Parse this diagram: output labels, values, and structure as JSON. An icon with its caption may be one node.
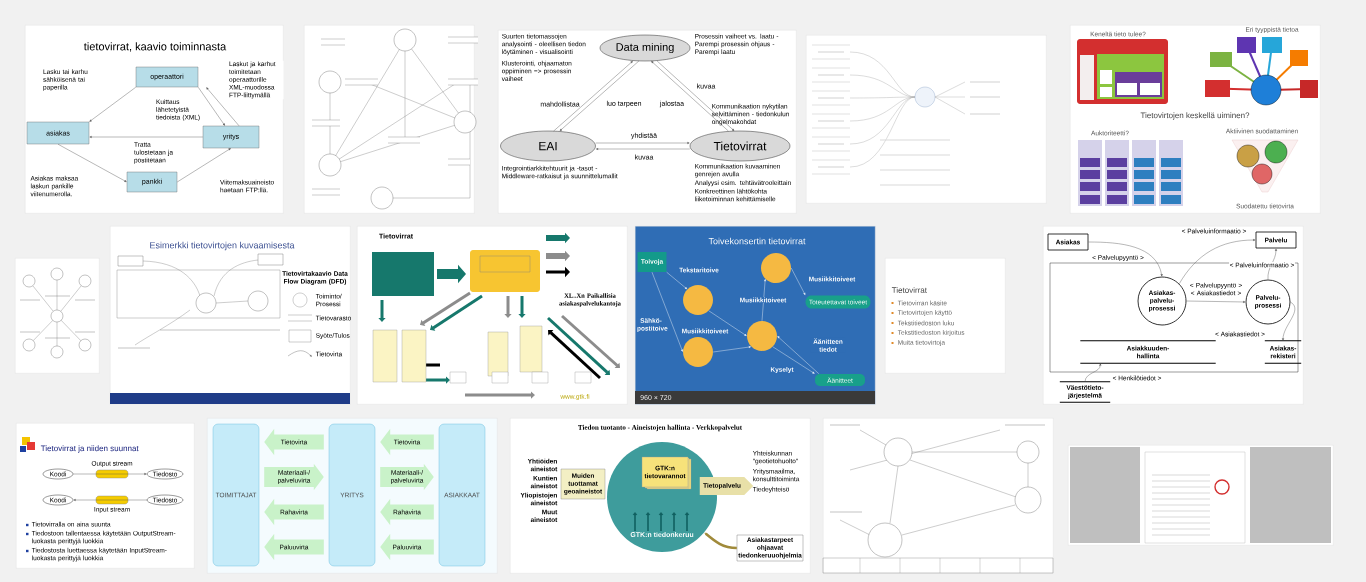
{
  "diagram": {
    "nodes": [
      {
        "text": [
          "tietovirrat, kaavio toiminnasta"
        ]
      },
      {
        "text": [
          "operaattori"
        ],
        "in": 0
      },
      {
        "text": [
          "asiakas"
        ],
        "in": 0
      },
      {
        "text": [
          "yritys"
        ],
        "in": 0
      },
      {
        "text": [
          "pankki"
        ],
        "in": 0
      },
      {
        "text": [],
        "shape": "picture"
      },
      {
        "text": [
          "Suurten tietomassojen analysointi - oleellisen tiedon löytäminen - visualisointi",
          "Klusterointi, ohjaamaton oppiminen => prosessin vaiheet",
          "Prosessin vaiheet vs. laatu - Parempi prosessin ohjaus - Parempi laatu",
          "Kommunikaation nykytilan selvittäminen - tiedonkulun ongelmakohdat",
          "Integrointiarkkitehtuurit ja -tasot - Middleware-ratkaisut ja suunnittelumallit",
          "Kommunikaation kuvaaminen genrejen avulla",
          "Analyysi esim. tehtävätrooleittain",
          "Konkreettinen lähtökohta liiketoiminnan kehittämiselle"
        ]
      },
      {
        "text": [
          "Data mining"
        ],
        "in": 6
      },
      {
        "text": [
          "EAI"
        ],
        "in": 6
      },
      {
        "text": [
          "Tietovirrat"
        ],
        "in": 6
      },
      {
        "text": [],
        "shape": "picture"
      },
      {
        "text": [
          "Keneltä tieto tulee?",
          "Eri tyyppistä tietoa",
          "Tietovirtojen keskellä uiminen?",
          "Auktoriteetti?",
          "Aktiivinen suodattaminen",
          "Suodatettu tietovirta"
        ]
      },
      {
        "text": [],
        "shape": "picture"
      },
      {
        "text": [
          "Esimerkki tietovirtojen kuvaamisesta",
          "Tietovirtakaavio Data Flow Diagram (DFD)"
        ]
      },
      {
        "text": [
          "Tietovirrat",
          "XL..Xn Paikallisia asiakaspalvelukantoja",
          "www.gtk.fi"
        ]
      },
      {
        "text": [
          "Toivekonsertin tietovirrat"
        ],
        "beside": [
          "960 × 720"
        ]
      },
      {
        "text": [
          "Toivoja"
        ],
        "in": 15
      },
      {
        "text": [
          "Toteutettavat toiveet"
        ],
        "in": 15
      },
      {
        "text": [
          "Äänitteet"
        ],
        "in": 15
      },
      {
        "text": [],
        "shape": "circle",
        "in": 15
      },
      {
        "text": [],
        "shape": "circle",
        "in": 15
      },
      {
        "text": [],
        "shape": "circle",
        "in": 15
      },
      {
        "text": [],
        "shape": "circle",
        "in": 15
      },
      {
        "text": [
          "Tietovirrat",
          "Tietovirran käsite",
          "Tietovirtojen käyttö",
          "Tekstitiedoston luku",
          "Tekstitiedoston kirjoitus",
          "Muita tietovirtoja"
        ]
      },
      {
        "text": [],
        "shape": "box"
      },
      {
        "text": [
          "Asiakas"
        ],
        "in": 24
      },
      {
        "text": [
          "Palvelu"
        ],
        "in": 24
      },
      {
        "text": [
          "Asiakas-palvelu-prosessi"
        ],
        "in": 24
      },
      {
        "text": [
          "Palvelu-prosessi"
        ],
        "in": 24
      },
      {
        "text": [
          "Asiakkuuden-hallinta"
        ],
        "in": 24
      },
      {
        "text": [
          "Asiakas-rekisteri"
        ],
        "in": 24
      },
      {
        "text": [
          "Väestötieto-järjestelmä"
        ],
        "in": 24
      },
      {
        "text": [
          "Tietovirrat ja niiden suunnat",
          "Tietovirralla on aina suunta",
          "Tiedostoon tallentaessa käytetään OutputStream-luokasta perittyjä luokkia",
          "Tiedostosta luettaessa käytetään InputStream-luokasta perittyjä luokkia"
        ]
      },
      {
        "text": [
          "Koodi"
        ],
        "in": 32
      },
      {
        "text": [
          "Tiedosto"
        ],
        "in": 32
      },
      {
        "text": [
          "Koodi"
        ],
        "in": 32
      },
      {
        "text": [
          "Tiedosto"
        ],
        "in": 32
      },
      {
        "text": [],
        "shape": "box"
      },
      {
        "text": [
          "TOIMITTAJAT"
        ],
        "in": 37
      },
      {
        "text": [
          "YRITYS"
        ],
        "in": 37
      },
      {
        "text": [
          "ASIAKKAAT"
        ],
        "in": 37
      },
      {
        "text": [
          "Tiedon tuotanto - Aineistojen hallinta - Verkkopalvelut",
          "Yhtiöiden aineistot",
          "Kuntien aineistot",
          "Yliopistojen aineistot",
          "Muut aineistot",
          "Yhteiskunnan \"geotietohuolto\"",
          "Yritysmaailma, konsulttitoiminta",
          "Tiedeyhteisö"
        ]
      },
      {
        "text": [
          "GTK:n tiedonkeruu"
        ],
        "in": 41
      },
      {
        "text": [
          "Muiden tuottamat geoaineistot"
        ],
        "in": 41
      },
      {
        "text": [
          "GTK:n tietovarannot"
        ],
        "in": 42
      },
      {
        "text": [
          "Tietopalvelu"
        ],
        "in": 41
      },
      {
        "text": [
          "Asiakastarpeet ohjaavat tiedonkeruuohjelmia"
        ],
        "in": 41
      },
      {
        "text": [],
        "shape": "picture"
      },
      {
        "text": [],
        "shape": "picture"
      }
    ],
    "edges": [
      {
        "from": 1,
        "to": 2,
        "arrow": "to",
        "label": "Lasku tai karhu sähköisenä tai paperilla"
      },
      {
        "from": 3,
        "to": 1,
        "arrow": "to",
        "label": "Laskut ja karhut toimitetaan operaattorille XML-muodossa FTP-liittymällä"
      },
      {
        "from": 1,
        "to": 3,
        "arrow": "to",
        "label": "Kuittaus lähetetyistä tiedoista (XML)"
      },
      {
        "from": 3,
        "to": 2,
        "arrow": "to",
        "label": "Tratta tulostetaan ja postitetaan"
      },
      {
        "from": 2,
        "to": 4,
        "arrow": "to",
        "label": "Asiakas maksaa laskun pankille viitenumerolla."
      },
      {
        "from": 4,
        "to": 3,
        "arrow": "to",
        "label": "Viitemaksuaineisto haetaan FTP:llä."
      },
      {
        "from": 8,
        "to": 7,
        "arrow": "to",
        "label": "mahdollistaa"
      },
      {
        "from": 7,
        "to": 8,
        "arrow": "to",
        "label": "luo tarpeen"
      },
      {
        "from": 9,
        "to": 7,
        "arrow": "to",
        "label": "jalostaa"
      },
      {
        "from": 7,
        "to": 9,
        "arrow": "to",
        "label": "kuvaa"
      },
      {
        "from": 8,
        "to": 9,
        "arrow": "to",
        "label": "yhdistää"
      },
      {
        "from": 9,
        "to": 8,
        "arrow": "to",
        "label": "kuvaa"
      },
      {
        "from": 16,
        "to": 19,
        "arrow": "to",
        "label": "Tekstaritoive",
        "color": "#ffffff"
      },
      {
        "from": 16,
        "to": 20,
        "arrow": "to",
        "label": "Sähkö-postitoive",
        "color": "#ffffff"
      },
      {
        "from": 19,
        "to": 22,
        "arrow": "to",
        "label": "Musiikkitoiveet",
        "color": "#ffffff"
      },
      {
        "from": 20,
        "to": 22,
        "arrow": "to",
        "color": "#ffffff"
      },
      {
        "from": 22,
        "to": 21,
        "arrow": "to",
        "label": "Musiikkitoiveet",
        "color": "#ffffff"
      },
      {
        "from": 21,
        "to": 17,
        "arrow": "to",
        "label": "Musiikkitoiveet",
        "color": "#ffffff"
      },
      {
        "from": 18,
        "to": 22,
        "arrow": "to",
        "label": "Äänitteen tiedot",
        "color": "#ffffff"
      },
      {
        "from": 22,
        "to": 18,
        "arrow": "to",
        "label": "Kyselyt",
        "color": "#ffffff"
      },
      {
        "from": 25,
        "to": 27,
        "arrow": "to",
        "label": "< Palvelupyyntö >"
      },
      {
        "from": 27,
        "to": 26,
        "arrow": "to",
        "label": "< Palveluinformaatio >"
      },
      {
        "from": 28,
        "to": 26,
        "arrow": "to",
        "label": "< Palveluinformaatio >"
      },
      {
        "from": 27,
        "to": 28,
        "arrow": "to",
        "label": "< Palvelupyyntö > < Asiakastiedot >"
      },
      {
        "from": 28,
        "to": 30,
        "arrow": "to",
        "label": "< Asiakastiedot >"
      },
      {
        "from": 31,
        "to": 29,
        "arrow": "to",
        "label": "< Henkilötiedot >"
      },
      {
        "from": 33,
        "to": 34,
        "arrow": "to",
        "label": "Output stream"
      },
      {
        "from": 36,
        "to": 35,
        "arrow": "to",
        "label": "Input stream"
      },
      {
        "from": 39,
        "to": 38,
        "arrow": "to",
        "label": "Tietovirta",
        "style": "thick",
        "color": "#c9f2c9"
      },
      {
        "from": 38,
        "to": 39,
        "arrow": "to",
        "label": "Materiaali-/ palveluvirta",
        "style": "thick",
        "color": "#c9f2c9"
      },
      {
        "from": 39,
        "to": 38,
        "arrow": "to",
        "label": "Rahavirta",
        "style": "thick",
        "color": "#c9f2c9"
      },
      {
        "from": 39,
        "to": 38,
        "arrow": "to",
        "label": "Paluuvirta",
        "style": "thick",
        "color": "#c9f2c9"
      },
      {
        "from": 40,
        "to": 39,
        "arrow": "to",
        "label": "Tietovirta",
        "style": "thick",
        "color": "#c9f2c9"
      },
      {
        "from": 39,
        "to": 40,
        "arrow": "to",
        "label": "Materiaali-/ palveluvirta",
        "style": "thick",
        "color": "#c9f2c9"
      },
      {
        "from": 40,
        "to": 39,
        "arrow": "to",
        "label": "Rahavirta",
        "style": "thick",
        "color": "#c9f2c9"
      },
      {
        "from": 40,
        "to": 39,
        "arrow": "to",
        "label": "Paluuvirta",
        "style": "thick",
        "color": "#c9f2c9"
      },
      {
        "from": 46,
        "to": 42,
        "arrow": "to",
        "style": "thick",
        "color": "#a08a3a"
      }
    ],
    "legend": [
      {
        "text": "Toiminto/ Prosessi"
      },
      {
        "text": "Tietovarasto"
      },
      {
        "text": "Syöte/Tulos"
      },
      {
        "text": "Tietovirta"
      }
    ]
  }
}
